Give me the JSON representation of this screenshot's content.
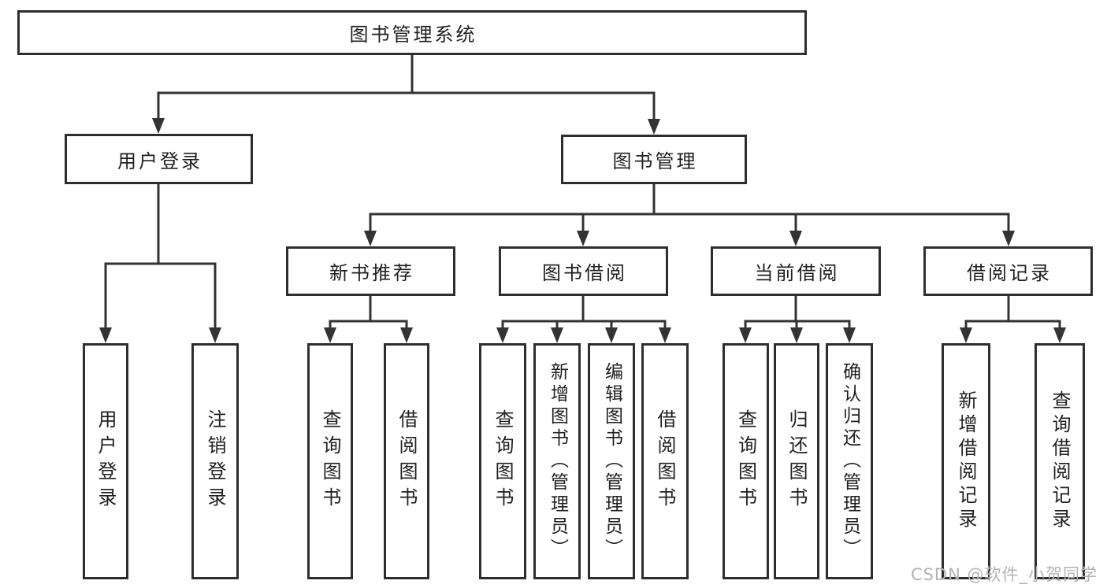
{
  "tree": {
    "root": {
      "label": "图书管理系统",
      "children": [
        {
          "label": "用户登录",
          "children": [
            {
              "label": "用户登录"
            },
            {
              "label": "注销登录"
            }
          ]
        },
        {
          "label": "图书管理",
          "children": [
            {
              "label": "新书推荐",
              "children": [
                {
                  "label": "查询图书"
                },
                {
                  "label": "借阅图书"
                }
              ]
            },
            {
              "label": "图书借阅",
              "children": [
                {
                  "label": "查询图书"
                },
                {
                  "label": "新增图书（管理员）"
                },
                {
                  "label": "编辑图书（管理员）"
                },
                {
                  "label": "借阅图书"
                }
              ]
            },
            {
              "label": "当前借阅",
              "children": [
                {
                  "label": "查询图书"
                },
                {
                  "label": "归还图书"
                },
                {
                  "label": "确认归还（管理员）"
                }
              ]
            },
            {
              "label": "借阅记录",
              "children": [
                {
                  "label": "新增借阅记录"
                },
                {
                  "label": "查询借阅记录"
                }
              ]
            }
          ]
        }
      ]
    }
  },
  "watermark": {
    "text": "CSDN @软件_小贺同学"
  },
  "colors": {
    "line": "#333333",
    "box_border": "#2e2e2e",
    "text": "#1f1f1f",
    "watermark": "#b3b3b3",
    "background": "#ffffff"
  }
}
